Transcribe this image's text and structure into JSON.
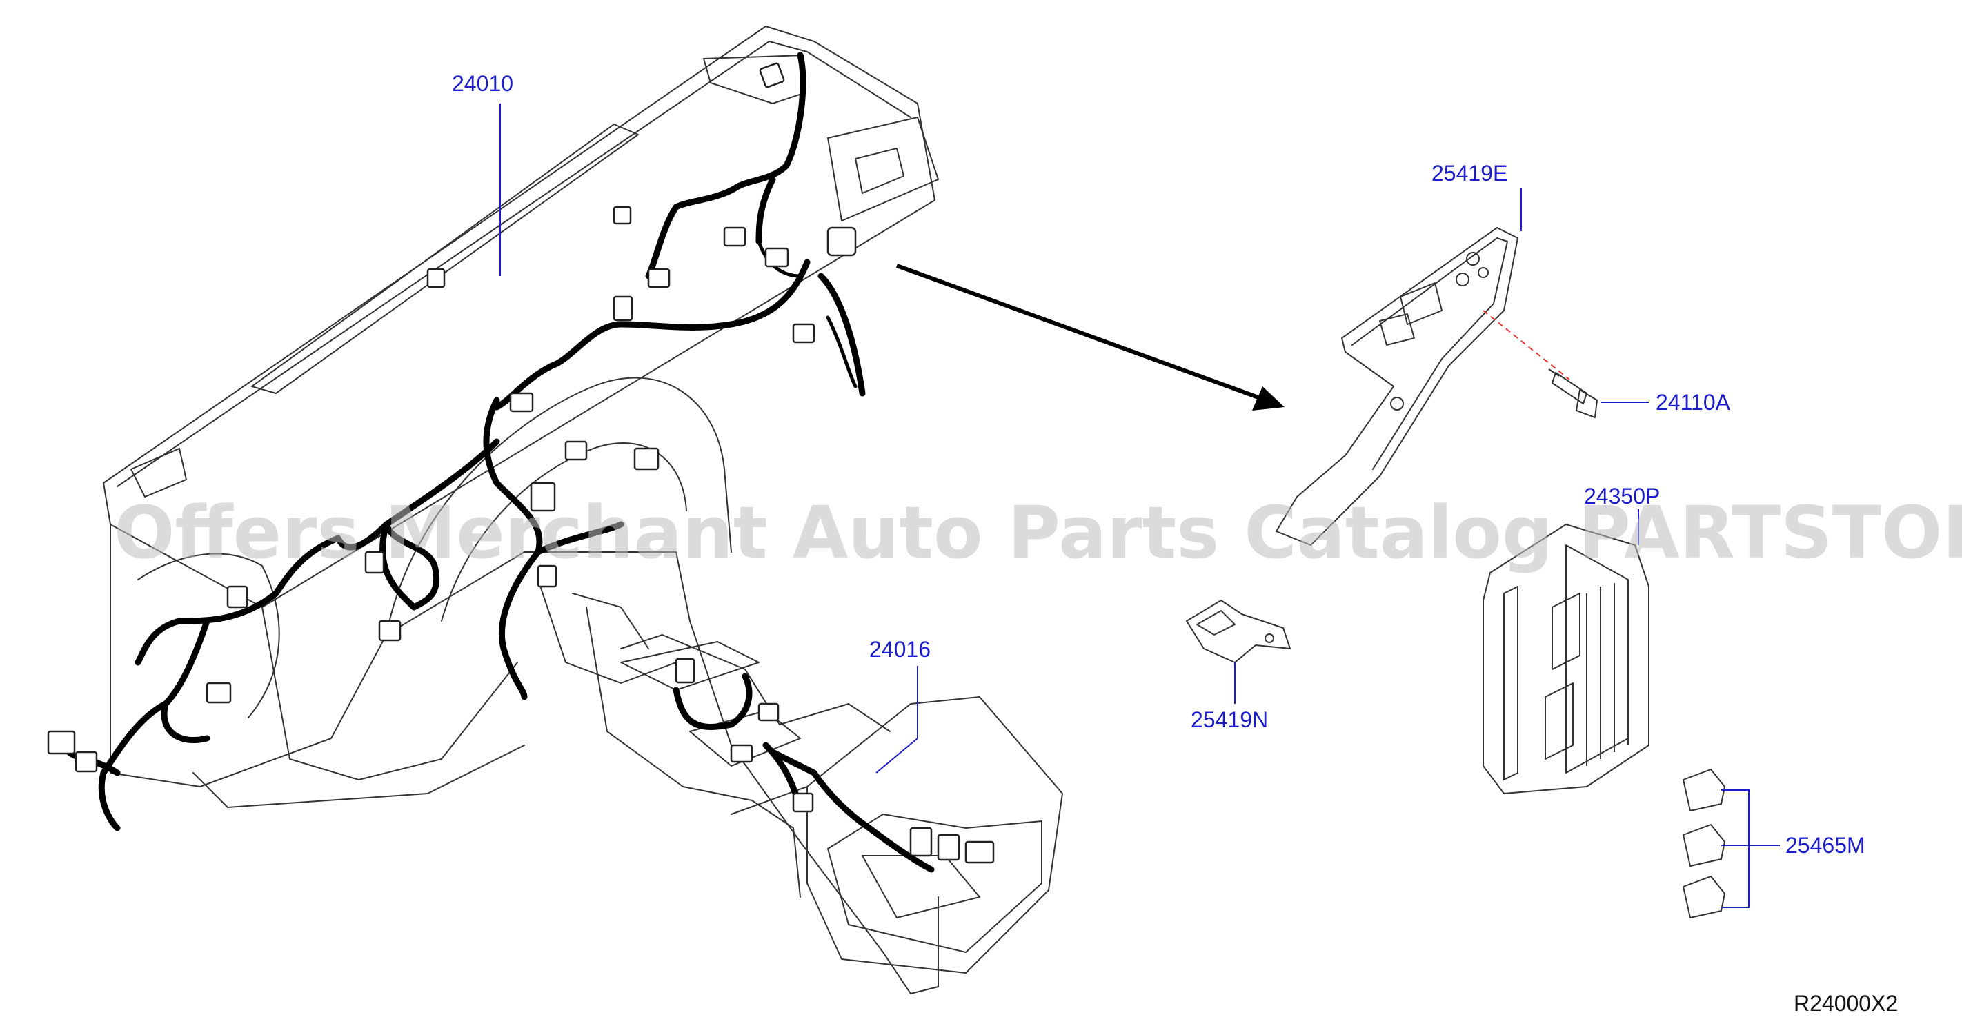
{
  "parts": {
    "dash_harness": "24010",
    "console_harness": "24016",
    "bracket_e": "25419E",
    "bolt": "24110A",
    "junction_block": "24350P",
    "bracket_n": "25419N",
    "fuses": "25465M"
  },
  "diagram_ref": "R24000X2",
  "watermark": "Offers Merchant Auto Parts Catalog PARTSTORE.SA",
  "colors": {
    "callout": "#1c1cc8",
    "leader_dashed": "#e53935",
    "watermark": "#bdbdbd"
  }
}
